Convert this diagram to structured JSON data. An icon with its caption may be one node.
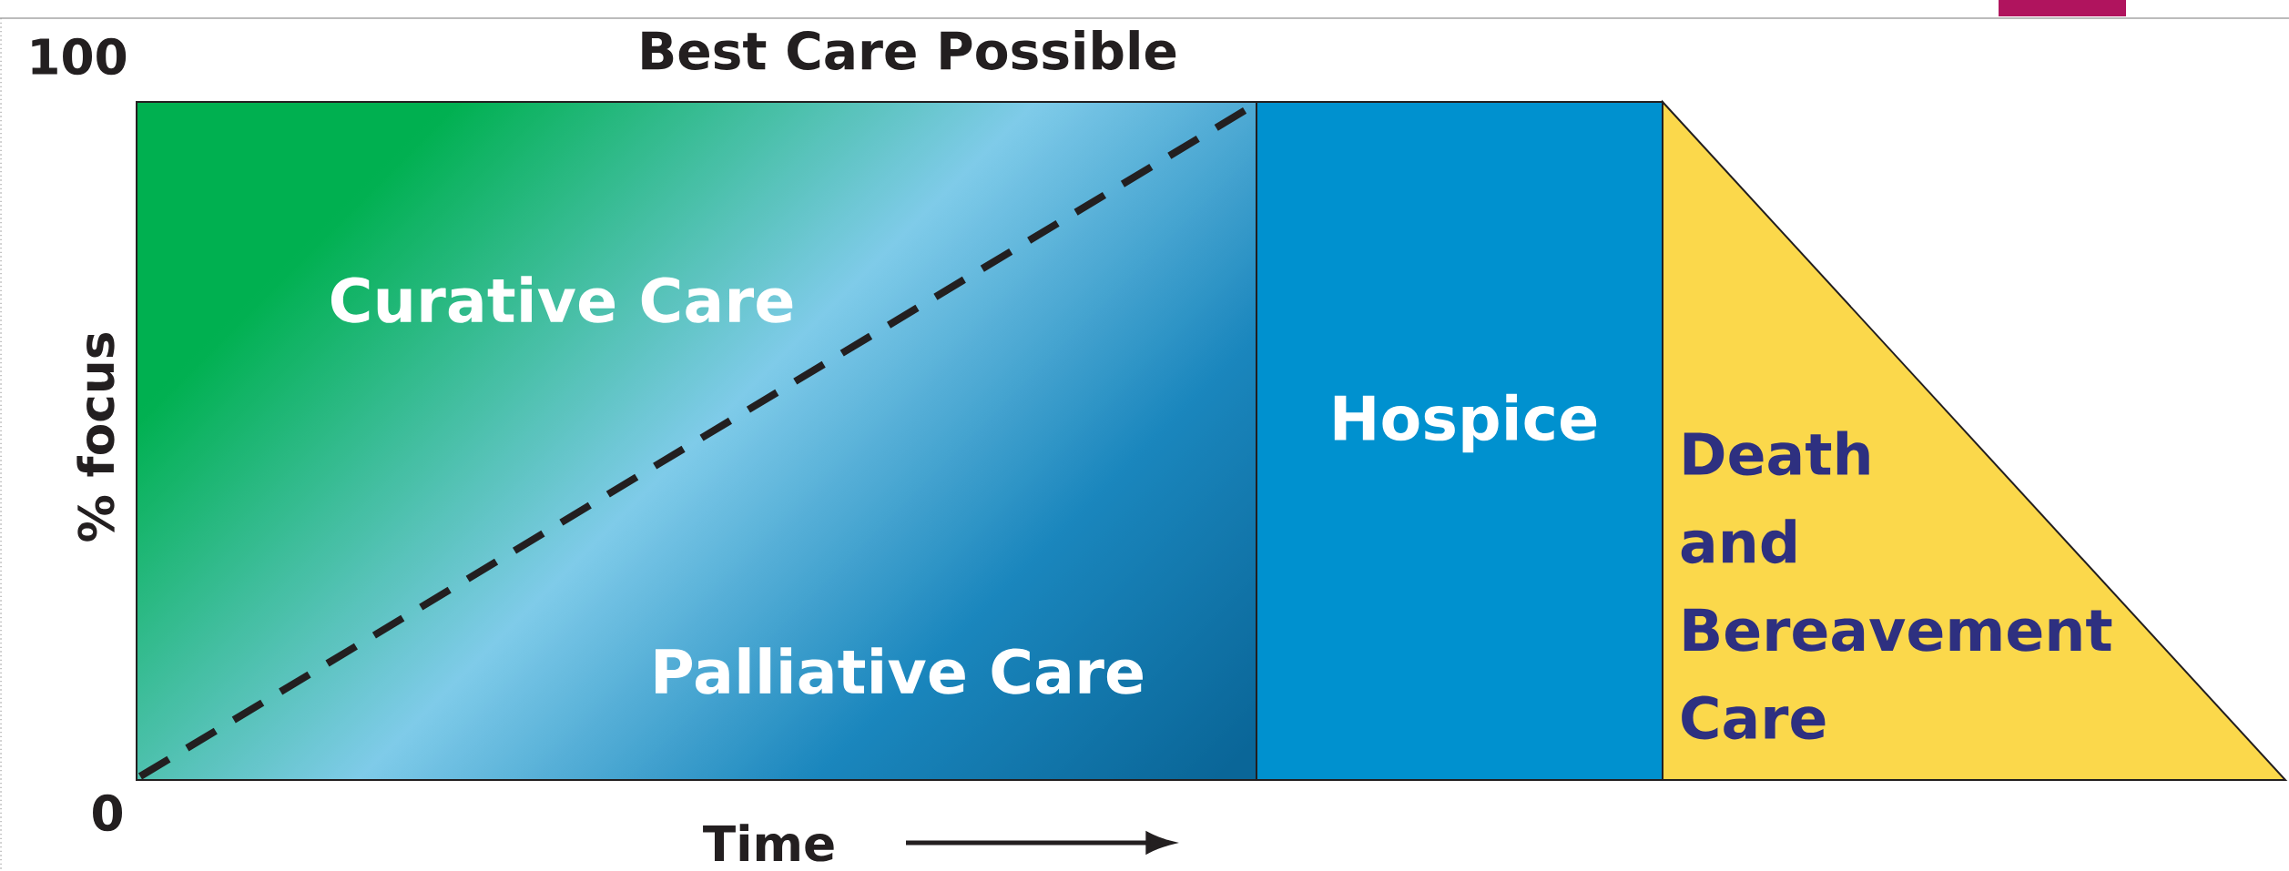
{
  "diagram": {
    "title": "Best Care Possible",
    "nodes": [
      {
        "text": [
          "Curative Care"
        ]
      },
      {
        "text": [
          "Palliative Care"
        ]
      },
      {
        "text": [
          "Hospice"
        ]
      },
      {
        "text": [
          "Death and Bereavement Care"
        ]
      },
      {
        "text": [],
        "shape": "box"
      }
    ],
    "labels": [
      "100",
      "% focus",
      "0",
      "Time"
    ]
  }
}
